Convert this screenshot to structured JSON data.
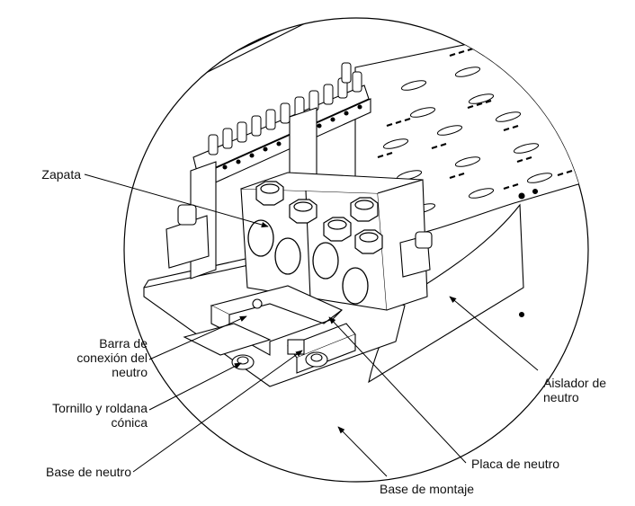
{
  "labels": {
    "zapata": "Zapata",
    "barra": [
      "Barra de",
      "conexión del",
      "neutro"
    ],
    "tornillo": [
      "Tornillo y roldana",
      "cónica"
    ],
    "base_neutro": "Base de neutro",
    "base_montaje": "Base de montaje",
    "placa_neutro": "Placa de neutro",
    "aislador": [
      "Aislador de",
      "neutro"
    ]
  }
}
